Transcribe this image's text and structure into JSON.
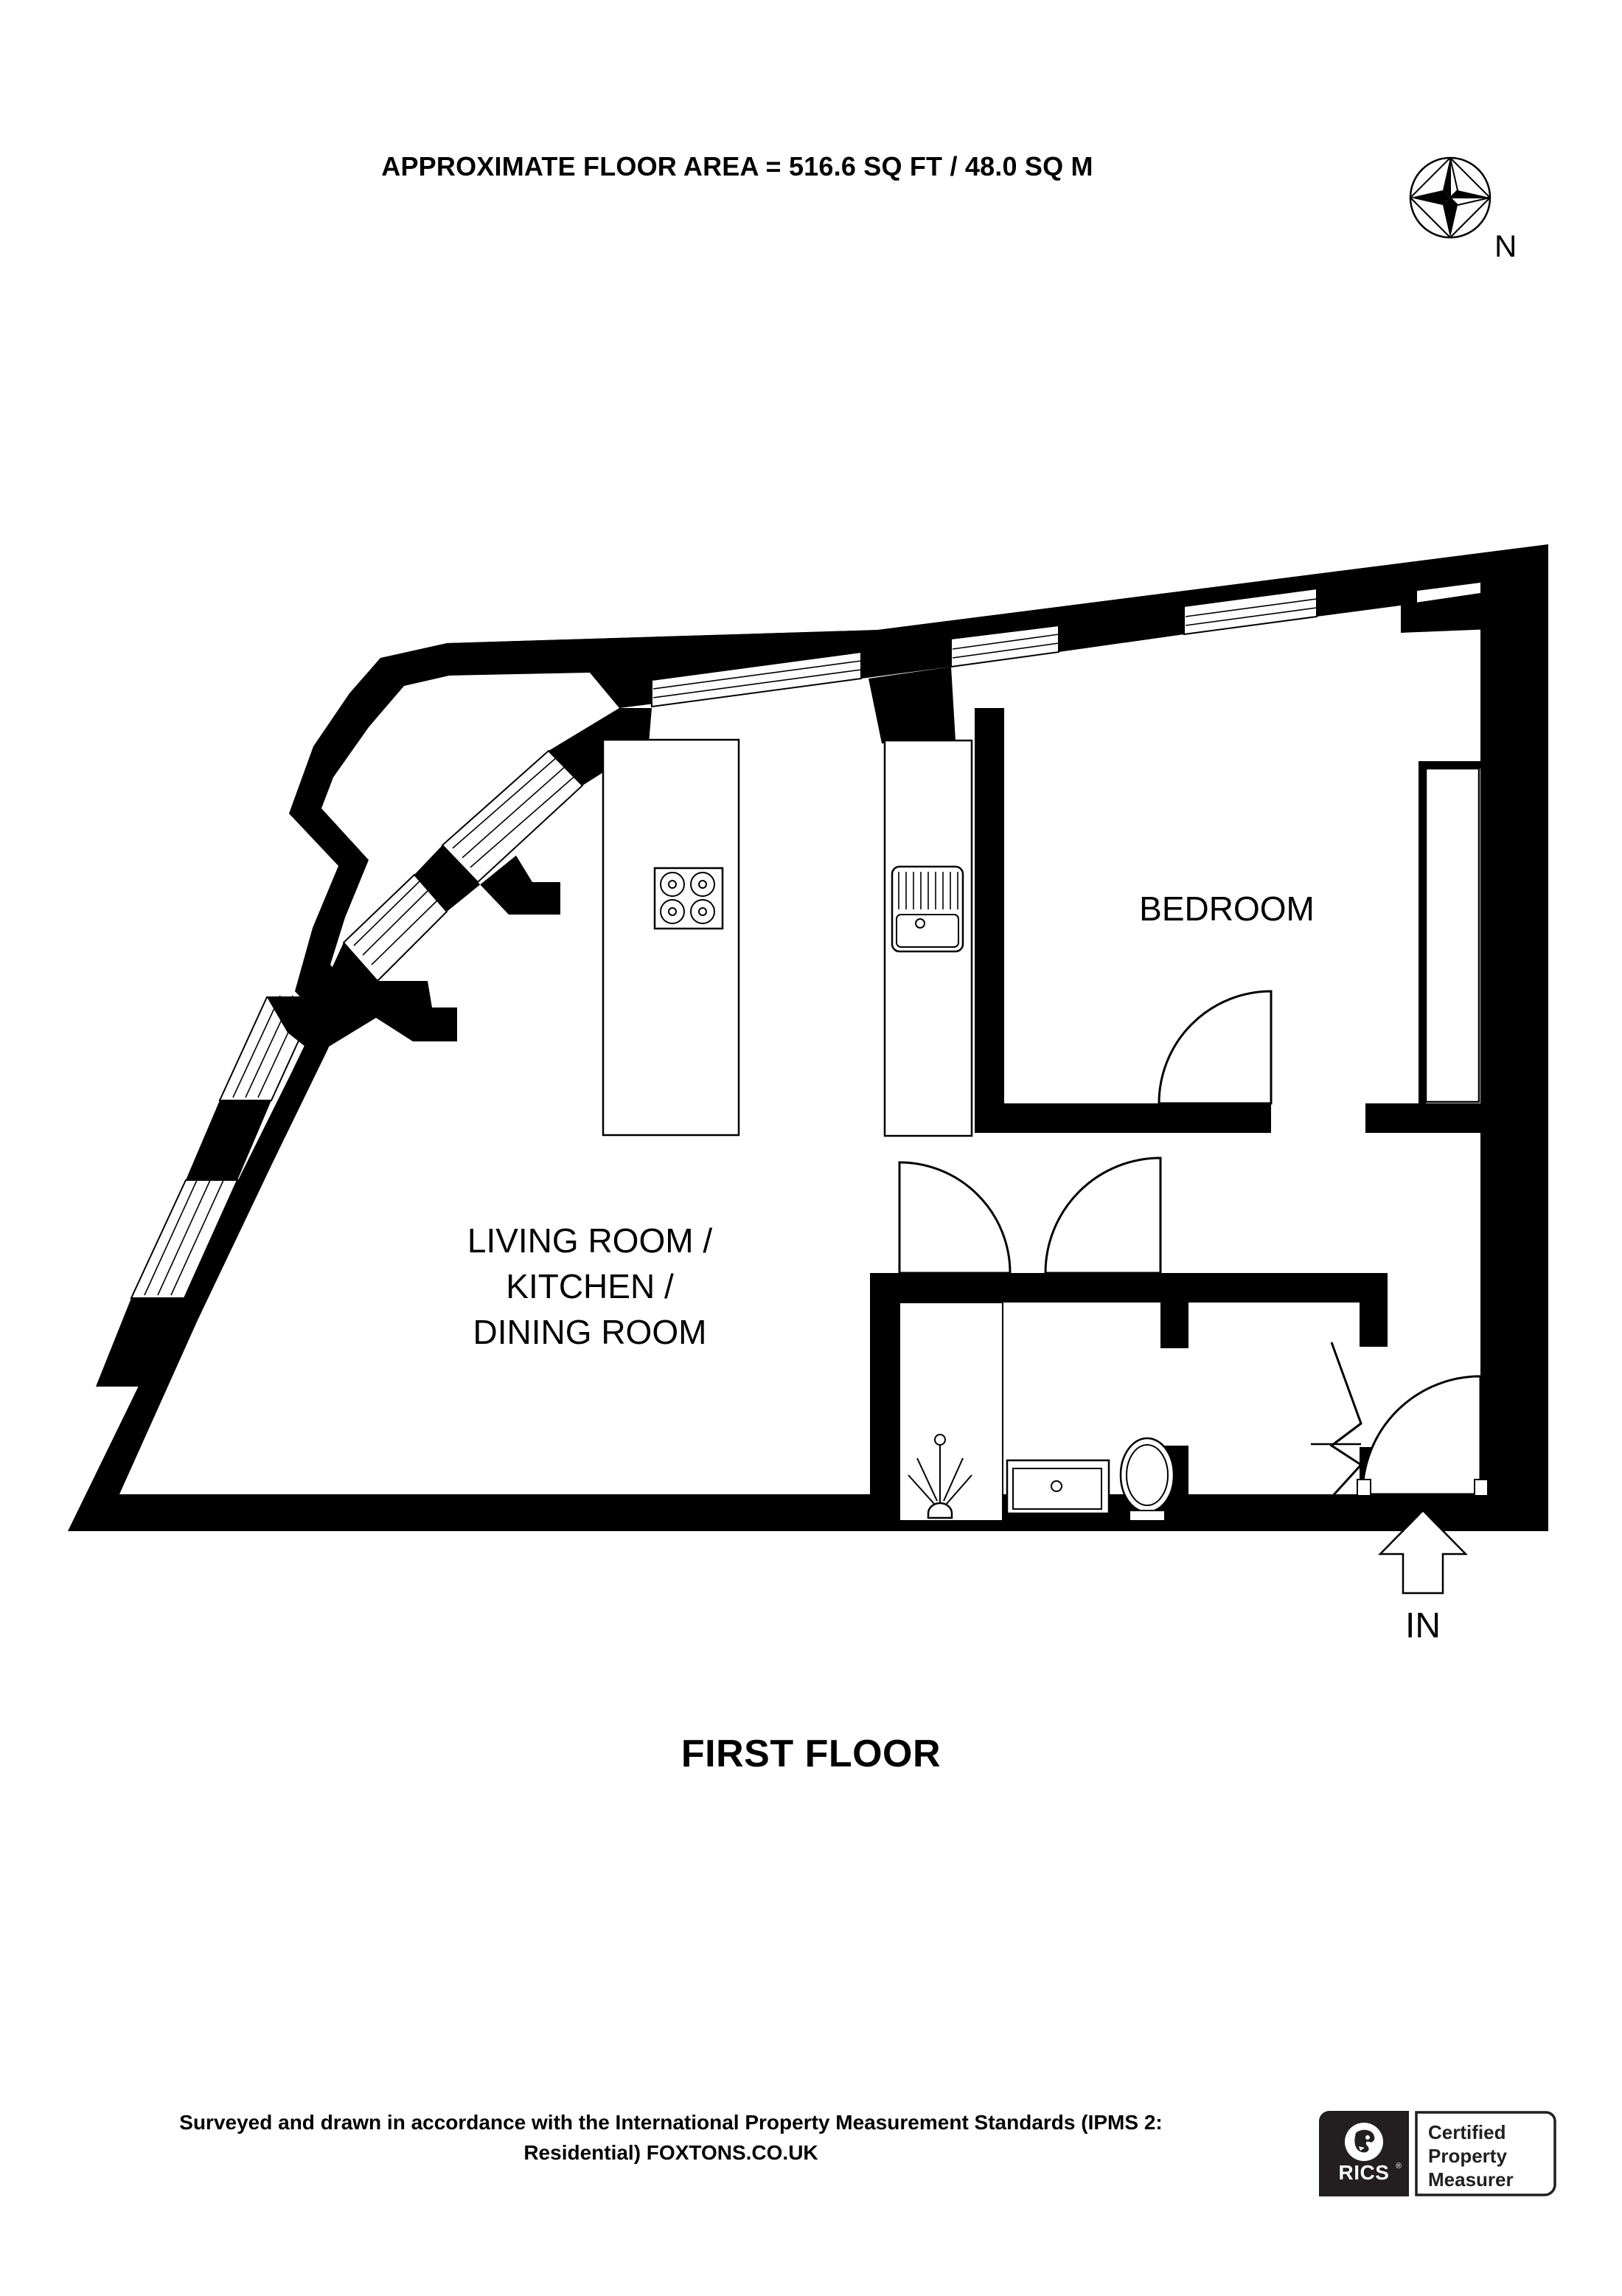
{
  "document": {
    "type": "floor-plan",
    "title": "APPROXIMATE FLOOR AREA = 516.6 SQ FT / 48.0 SQ M",
    "floor_caption": "FIRST FLOOR",
    "area_sq_ft": "516.6",
    "area_sq_m": "48.0",
    "background_color": "#ffffff",
    "ink_color": "#000000"
  },
  "compass": {
    "icon": "compass-rose-icon",
    "north_label": "N"
  },
  "rooms": [
    {
      "id": "living-kitchen-dining",
      "label_lines": [
        "LIVING ROOM /",
        "KITCHEN /",
        "DINING ROOM"
      ],
      "line1": "LIVING ROOM /",
      "line2": "KITCHEN /",
      "line3": "DINING ROOM"
    },
    {
      "id": "bedroom",
      "label_lines": [
        "BEDROOM"
      ],
      "line1": "BEDROOM"
    }
  ],
  "fixtures": [
    {
      "id": "hob",
      "icon": "four-ring-hob-icon",
      "room": "living-kitchen-dining"
    },
    {
      "id": "kitchen-sink",
      "icon": "sink-with-drainer-icon",
      "room": "living-kitchen-dining"
    },
    {
      "id": "shower",
      "icon": "shower-head-icon",
      "room": "bathroom"
    },
    {
      "id": "bath",
      "icon": "bathtub-icon",
      "room": "bathroom"
    },
    {
      "id": "wc",
      "icon": "toilet-icon",
      "room": "bathroom"
    },
    {
      "id": "wardrobe",
      "icon": "wardrobe-icon",
      "room": "bedroom"
    }
  ],
  "entrance": {
    "label": "IN",
    "icon": "entrance-arrow-icon"
  },
  "doors": [
    {
      "id": "entrance-door",
      "type": "swing"
    },
    {
      "id": "bedroom-door",
      "type": "swing"
    },
    {
      "id": "bathroom-door",
      "type": "swing"
    },
    {
      "id": "hall-door",
      "type": "swing"
    },
    {
      "id": "cupboard-door",
      "type": "bifold"
    }
  ],
  "footer": {
    "line1": "Surveyed and drawn in accordance with the International Property Measurement Standards (IPMS 2:",
    "line2": "Residential) FOXTONS.CO.UK",
    "text": "Surveyed and drawn in accordance with the International Property Measurement Standards (IPMS 2: Residential) FOXTONS.CO.UK"
  },
  "badge": {
    "brand": "RICS",
    "registered_mark": "®",
    "line1": "Certified",
    "line2": "Property",
    "line3": "Measurer",
    "icon": "rics-lion-icon",
    "dark_color": "#231f20"
  }
}
